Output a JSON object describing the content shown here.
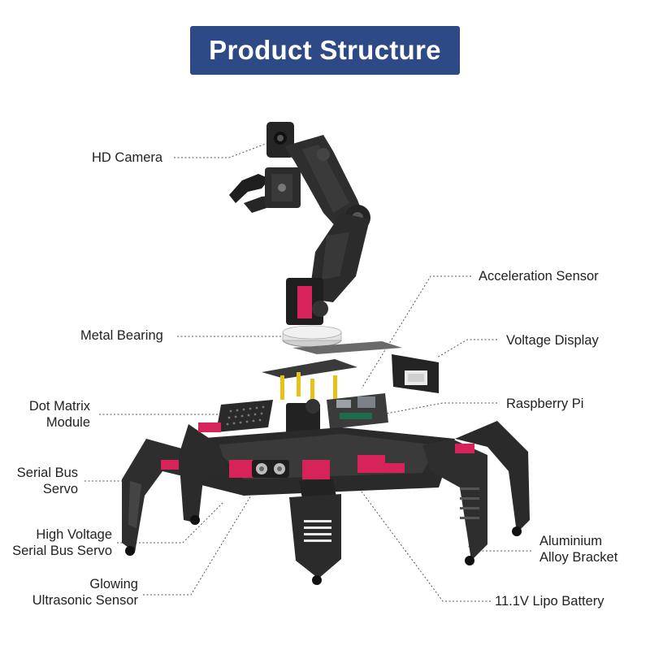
{
  "title": "Product Structure",
  "colors": {
    "title_bg": "#2d4a87",
    "title_text": "#ffffff",
    "body": "#2b2b2b",
    "accent": "#d6245a",
    "yellow": "#e6c21a"
  },
  "labels": {
    "hd_camera": "HD Camera",
    "acceleration_sensor": "Acceleration Sensor",
    "metal_bearing": "Metal Bearing",
    "voltage_display": "Voltage Display",
    "dot_matrix_1": "Dot Matrix",
    "dot_matrix_2": "Module",
    "raspberry_pi": "Raspberry Pi",
    "serial_bus_1": "Serial Bus",
    "serial_bus_2": "Servo",
    "high_voltage_1": "High Voltage",
    "high_voltage_2": "Serial Bus Servo",
    "aluminium_1": "Aluminium",
    "aluminium_2": "Alloy Bracket",
    "glowing_1": "Glowing",
    "glowing_2": "Ultrasonic Sensor",
    "battery": "11.1V Lipo Battery"
  }
}
